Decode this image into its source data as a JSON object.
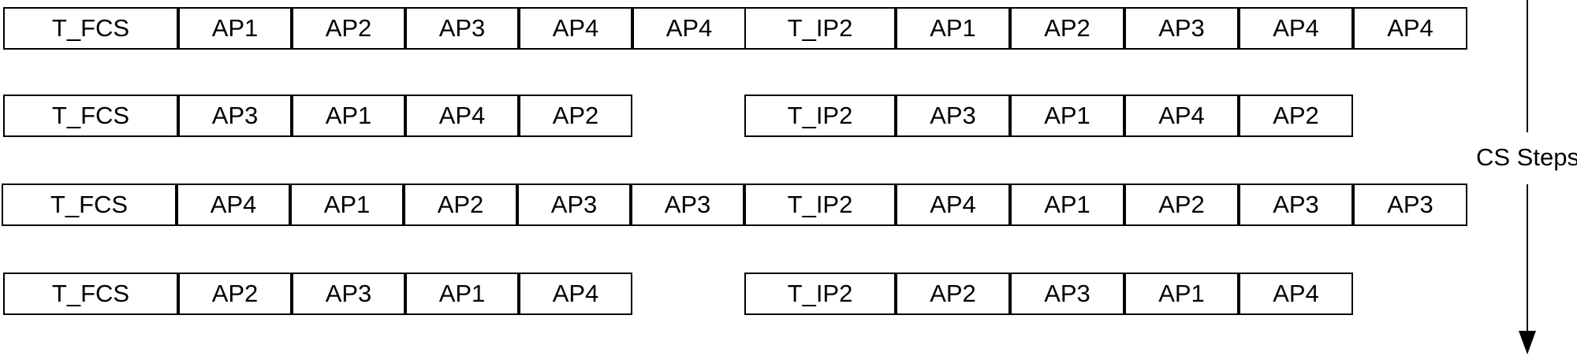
{
  "steps_label": "CS Steps",
  "rows": [
    {
      "left": [
        "T_FCS",
        "AP1",
        "AP2",
        "AP3",
        "AP4",
        "AP4"
      ],
      "right": [
        "T_IP2",
        "AP1",
        "AP2",
        "AP3",
        "AP4",
        "AP4"
      ]
    },
    {
      "left": [
        "T_FCS",
        "AP3",
        "AP1",
        "AP4",
        "AP2"
      ],
      "right": [
        "T_IP2",
        "AP3",
        "AP1",
        "AP4",
        "AP2"
      ]
    },
    {
      "left": [
        "T_FCS",
        "AP4",
        "AP1",
        "AP2",
        "AP3",
        "AP3"
      ],
      "right": [
        "T_IP2",
        "AP4",
        "AP1",
        "AP2",
        "AP3",
        "AP3"
      ]
    },
    {
      "left": [
        "T_FCS",
        "AP2",
        "AP3",
        "AP1",
        "AP4"
      ],
      "right": [
        "T_IP2",
        "AP2",
        "AP3",
        "AP1",
        "AP4"
      ]
    }
  ]
}
